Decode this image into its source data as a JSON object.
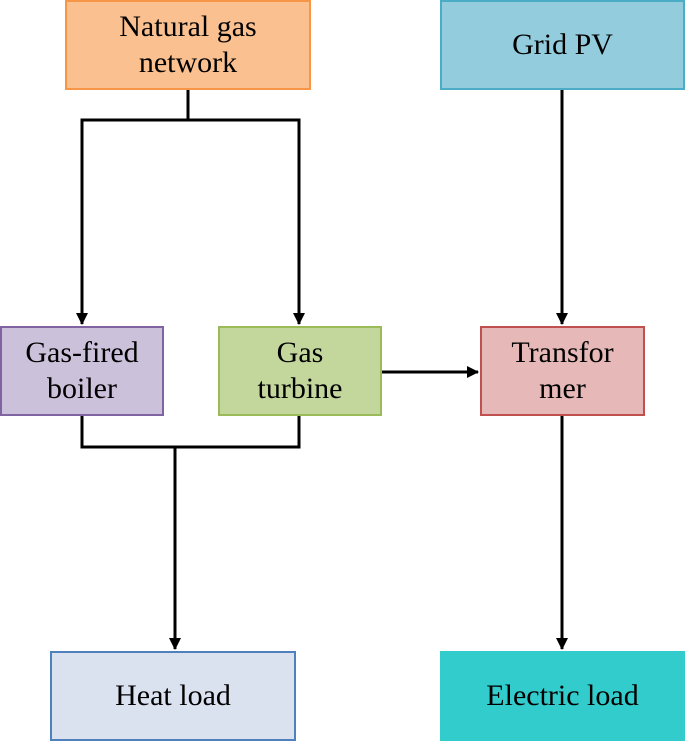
{
  "nodes": {
    "natural_gas_network": {
      "label": "Natural gas\nnetwork",
      "fill": "#FAC090",
      "border": "#F79646"
    },
    "grid_pv": {
      "label": "Grid PV",
      "fill": "#93CDDD",
      "border": "#4BACC6"
    },
    "gas_fired_boiler": {
      "label": "Gas-fired\nboiler",
      "fill": "#CCC1DA",
      "border": "#8064A2"
    },
    "gas_turbine": {
      "label": "Gas\nturbine",
      "fill": "#C3D69B",
      "border": "#9BBB59"
    },
    "transformer": {
      "label": "Transfor\nmer",
      "fill": "#E6B9B8",
      "border": "#C0504D"
    },
    "heat_load": {
      "label": "Heat load",
      "fill": "#DBE2EF",
      "border": "#4F81BD"
    },
    "electric_load": {
      "label": "Electric load",
      "fill": "#33CCCC",
      "border": "#33CCCC"
    }
  },
  "edges": [
    {
      "from": "natural_gas_network",
      "to": "gas_fired_boiler"
    },
    {
      "from": "natural_gas_network",
      "to": "gas_turbine"
    },
    {
      "from": "gas_turbine",
      "to": "transformer"
    },
    {
      "from": "grid_pv",
      "to": "transformer"
    },
    {
      "from": "gas_fired_boiler",
      "to": "heat_load"
    },
    {
      "from": "gas_turbine",
      "to": "heat_load"
    },
    {
      "from": "transformer",
      "to": "electric_load"
    }
  ]
}
